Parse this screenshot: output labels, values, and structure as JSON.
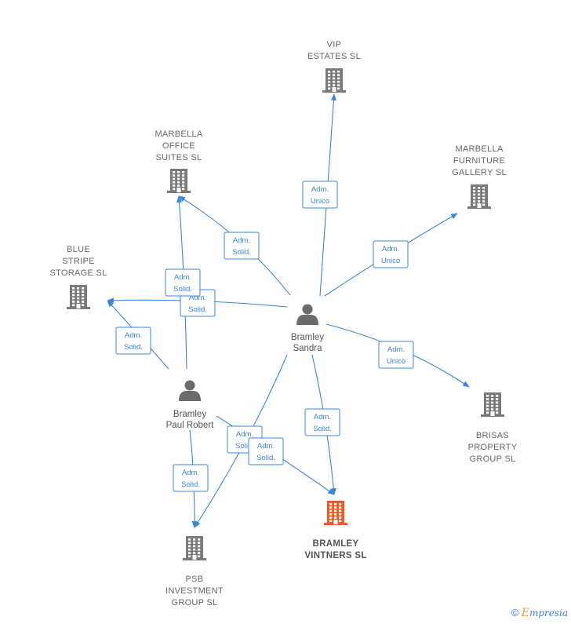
{
  "colors": {
    "edge": "#3b86d8",
    "company": "#7a7a7a",
    "company_main": "#f05a28",
    "person": "#6b6b6b"
  },
  "companies": [
    {
      "id": "vip",
      "lines": [
        "VIP",
        "ESTATES  SL"
      ],
      "main": false
    },
    {
      "id": "mos",
      "lines": [
        "MARBELLA",
        "OFFICE",
        "SUITES  SL"
      ],
      "main": false
    },
    {
      "id": "mfg",
      "lines": [
        "MARBELLA",
        "FURNITURE",
        "GALLERY  SL"
      ],
      "main": false
    },
    {
      "id": "bss",
      "lines": [
        "BLUE",
        "STRIPE",
        "STORAGE  SL"
      ],
      "main": false
    },
    {
      "id": "bpg",
      "lines": [
        "BRISAS",
        "PROPERTY",
        "GROUP  SL"
      ],
      "main": false
    },
    {
      "id": "bv",
      "lines": [
        "BRAMLEY",
        "VINTNERS  SL"
      ],
      "main": true
    },
    {
      "id": "psb",
      "lines": [
        "PSB",
        "INVESTMENT",
        "GROUP  SL"
      ],
      "main": false
    }
  ],
  "persons": [
    {
      "id": "sandra",
      "lines": [
        "Bramley",
        "Sandra"
      ]
    },
    {
      "id": "paul",
      "lines": [
        "Bramley",
        "Paul Robert"
      ]
    }
  ],
  "edges": [
    {
      "from": "sandra",
      "to": "vip",
      "label": [
        "Adm.",
        "Unico"
      ]
    },
    {
      "from": "sandra",
      "to": "mos",
      "label": [
        "Adm.",
        "Solid."
      ]
    },
    {
      "from": "sandra",
      "to": "mfg",
      "label": [
        "Adm.",
        "Unico"
      ]
    },
    {
      "from": "sandra",
      "to": "bss",
      "label": [
        "Adm.",
        "Solid."
      ]
    },
    {
      "from": "sandra",
      "to": "bpg",
      "label": [
        "Adm.",
        "Unico"
      ]
    },
    {
      "from": "sandra",
      "to": "bv",
      "label": [
        "Adm.",
        "Solid."
      ]
    },
    {
      "from": "sandra",
      "to": "psb",
      "label": [
        "Adm.",
        "Solid."
      ]
    },
    {
      "from": "paul",
      "to": "mos",
      "label": [
        "Adm.",
        "Solid."
      ]
    },
    {
      "from": "paul",
      "to": "bss",
      "label": [
        "Adm.",
        "Solid."
      ]
    },
    {
      "from": "paul",
      "to": "psb",
      "label": [
        "Adm.",
        "Solid."
      ]
    },
    {
      "from": "paul",
      "to": "bv",
      "label": [
        "Adm.",
        "Solid."
      ]
    }
  ],
  "footer": {
    "copyright": "©",
    "brand_initial": "E",
    "brand_rest": "mpresia"
  }
}
